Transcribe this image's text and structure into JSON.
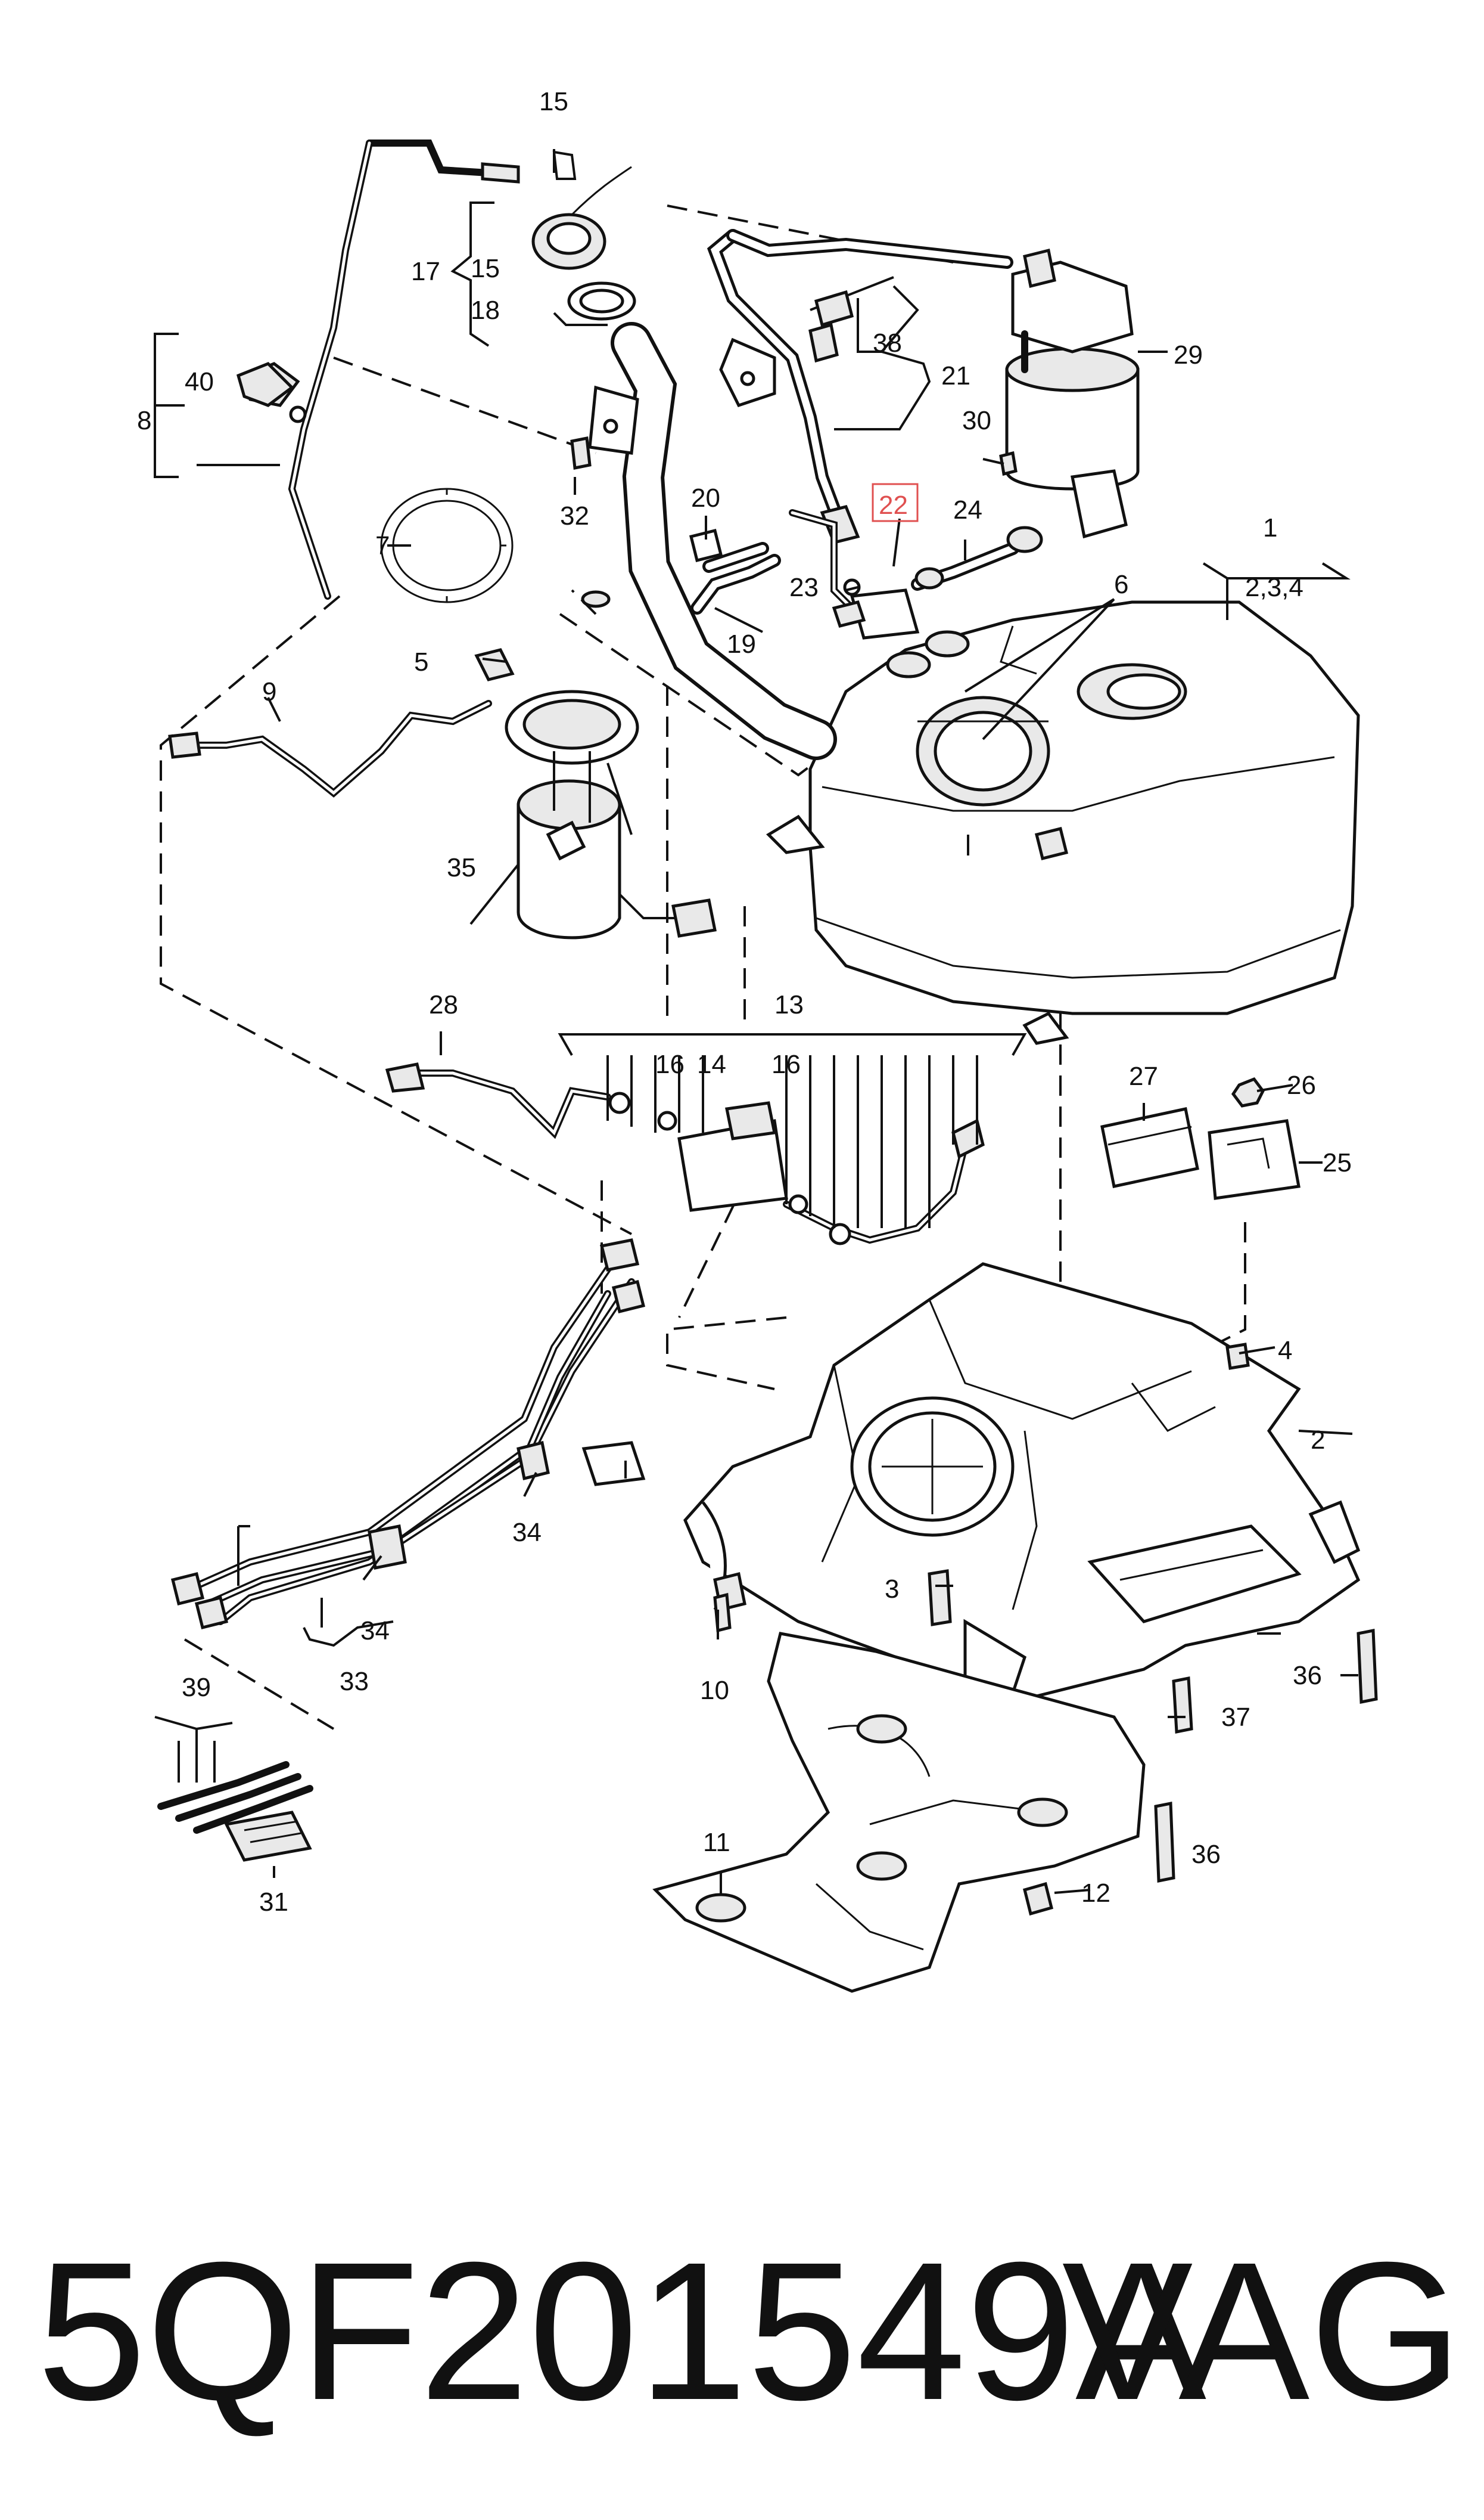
{
  "diagram": {
    "callouts": {
      "c1": "1",
      "c1sub": "2,3,4",
      "c2": "2",
      "c3": "3",
      "c4": "4",
      "c5": "5",
      "c6": "6",
      "c7": "7",
      "c8": "8",
      "c9": "9",
      "c10": "10",
      "c11": "11",
      "c12": "12",
      "c13": "13",
      "c14": "14",
      "c15a": "15",
      "c15b": "15",
      "c16a": "16",
      "c16b": "16",
      "c17": "17",
      "c18": "18",
      "c19": "19",
      "c20": "20",
      "c21": "21",
      "c22": "22",
      "c23": "23",
      "c24": "24",
      "c25": "25",
      "c26": "26",
      "c27": "27",
      "c28": "28",
      "c29": "29",
      "c30": "30",
      "c31": "31",
      "c32": "32",
      "c33": "33",
      "c34a": "34",
      "c34b": "34",
      "c35": "35",
      "c36a": "36",
      "c36b": "36",
      "c37": "37",
      "c38": "38",
      "c39": "39",
      "c40": "40"
    },
    "highlight_color": "#e05050"
  },
  "footer": {
    "part_number": "5QF201549A",
    "brand": "VAG"
  }
}
